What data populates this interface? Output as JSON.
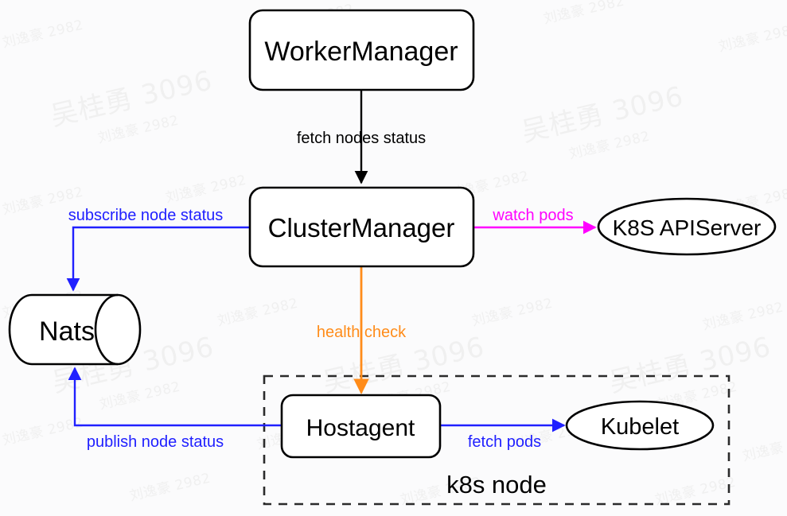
{
  "diagram": {
    "background_color": "#fbfbfc",
    "nodes": [
      {
        "id": "workermanager",
        "label": "WorkerManager",
        "shape": "rounded-rect"
      },
      {
        "id": "clustermanager",
        "label": "ClusterManager",
        "shape": "rounded-rect"
      },
      {
        "id": "nats",
        "label": "Nats",
        "shape": "cylinder"
      },
      {
        "id": "apiserver",
        "label": "K8S APIServer",
        "shape": "ellipse"
      },
      {
        "id": "hostagent",
        "label": "Hostagent",
        "shape": "rounded-rect"
      },
      {
        "id": "kubelet",
        "label": "Kubelet",
        "shape": "ellipse"
      }
    ],
    "groups": [
      {
        "id": "k8s-node",
        "label": "k8s node",
        "shape": "dashed-rect"
      }
    ],
    "edges": [
      {
        "id": "fetch-nodes-status",
        "label": "fetch nodes status",
        "from": "workermanager",
        "to": "clustermanager",
        "color": "#000000"
      },
      {
        "id": "subscribe-node-status",
        "label": "subscribe node status",
        "from": "clustermanager",
        "to": "nats",
        "color": "#2020ff"
      },
      {
        "id": "watch-pods",
        "label": "watch pods",
        "from": "clustermanager",
        "to": "apiserver",
        "color": "#ff00ff"
      },
      {
        "id": "health-check",
        "label": "health check",
        "from": "clustermanager",
        "to": "hostagent",
        "color": "#ff8c1a"
      },
      {
        "id": "publish-node-status",
        "label": "publish node status",
        "from": "hostagent",
        "to": "nats",
        "color": "#2020ff"
      },
      {
        "id": "fetch-pods",
        "label": "fetch pods",
        "from": "hostagent",
        "to": "kubelet",
        "color": "#2020ff"
      }
    ],
    "colors": {
      "stroke": "#000000",
      "blue": "#2020ff",
      "magenta": "#ff00ff",
      "orange": "#ff8c1a",
      "node_fill": "#ffffff",
      "dashed": "#2b2b2b"
    }
  },
  "watermarks": {
    "primary": "吴桂勇 3096",
    "secondary": "刘逸豪 2982"
  }
}
